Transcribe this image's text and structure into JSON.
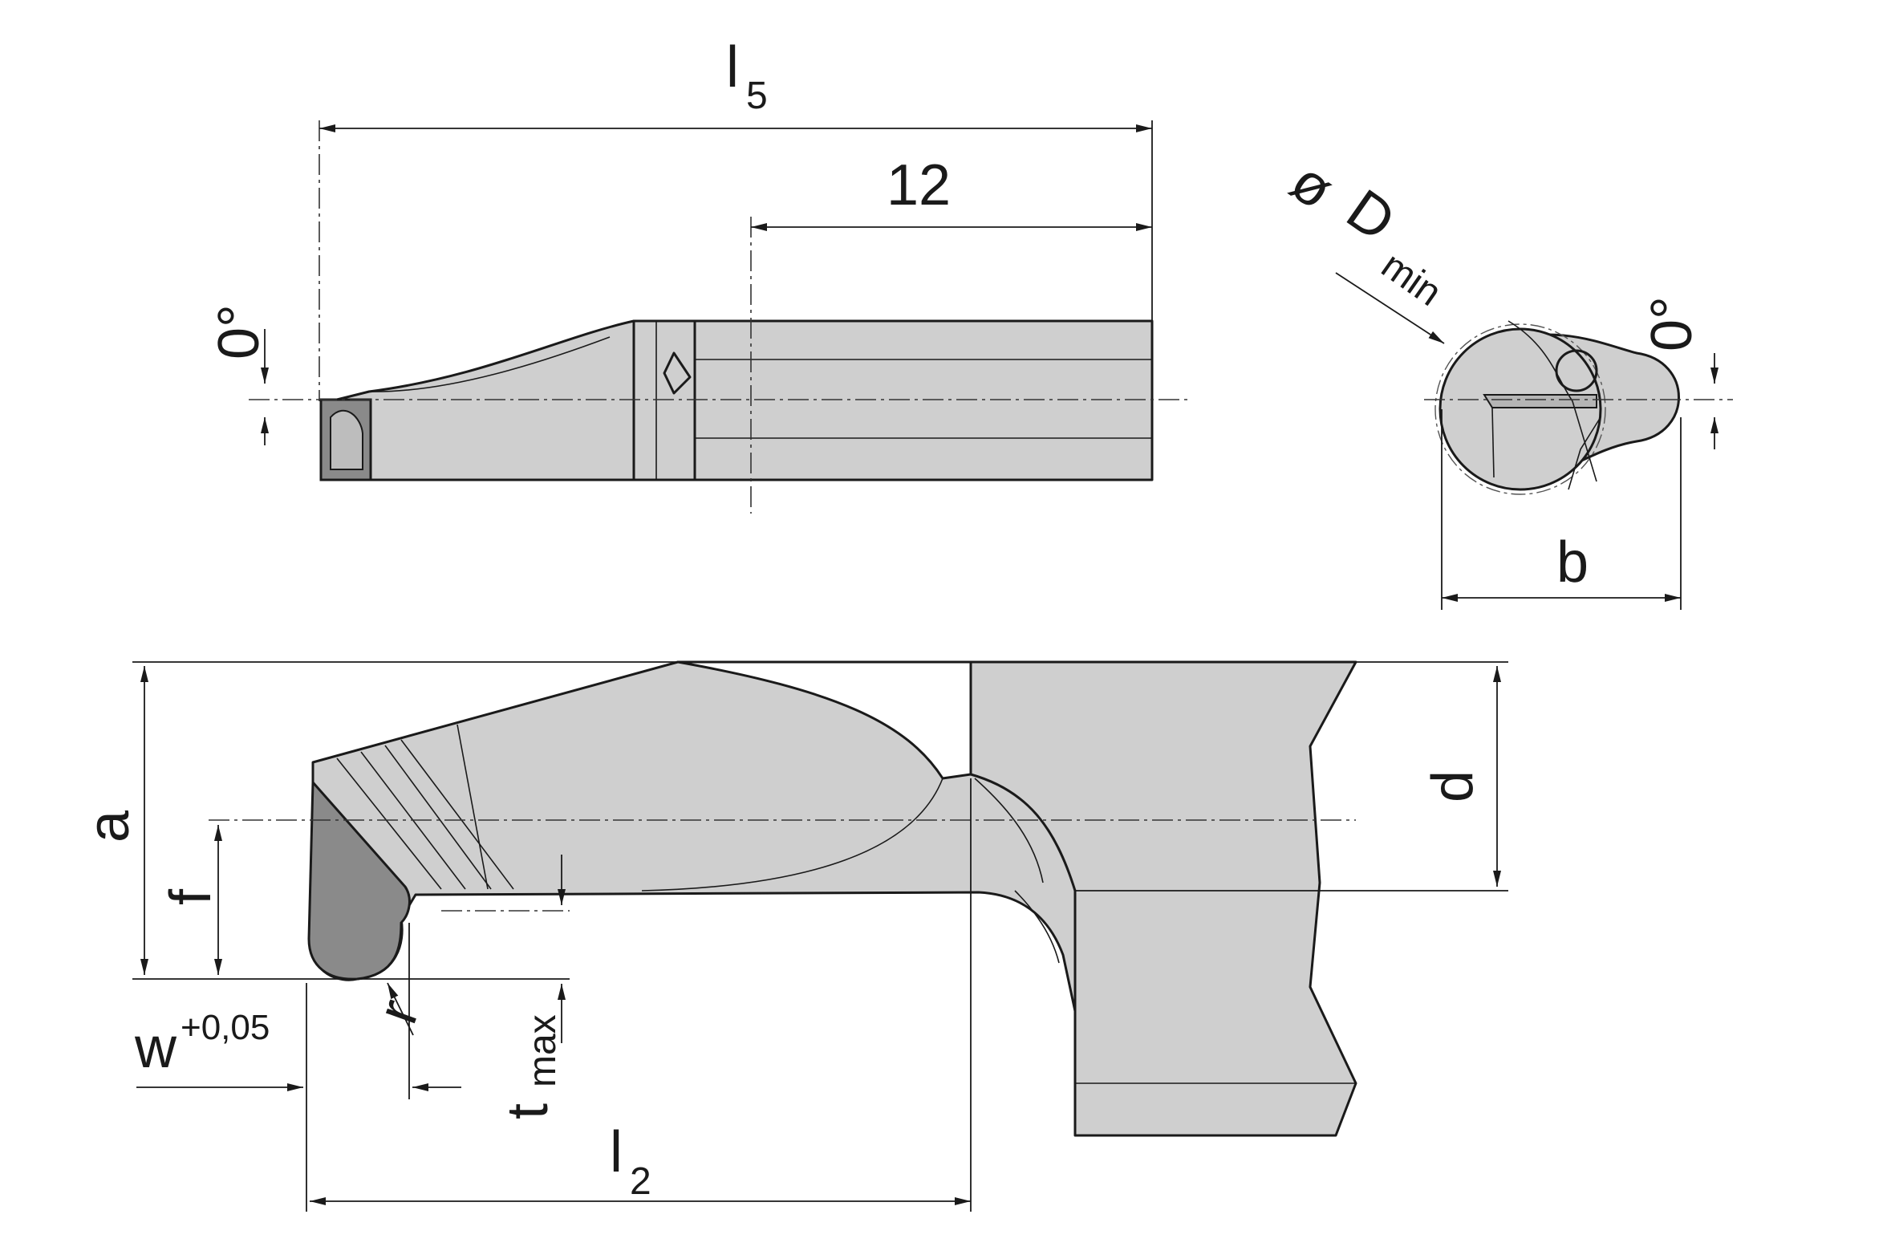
{
  "labels": {
    "l": "l",
    "l5_sub": "5",
    "twelve": "12",
    "zero_top": "0°",
    "zero_right": "0°",
    "phi": "ø",
    "D": "D",
    "min": "min",
    "b": "b",
    "a": "a",
    "f": "f",
    "d": "d",
    "r": "r",
    "w": "w",
    "w_tol": "+0,05",
    "t": "t",
    "max": "max",
    "l2_l": "l",
    "l2_sub": "2"
  },
  "colors": {
    "body_fill": "#cfcfcf",
    "insert_fill": "#8a8a8a",
    "line": "#1a1a1a"
  }
}
